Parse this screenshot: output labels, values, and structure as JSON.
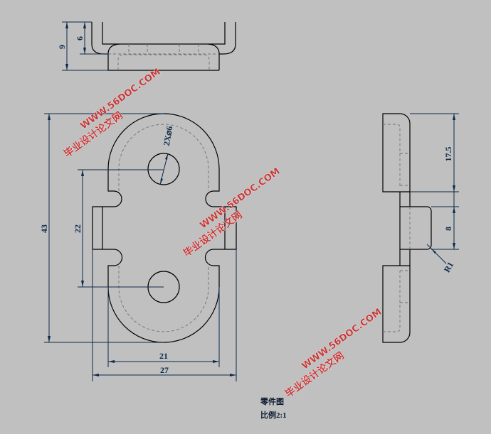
{
  "drawing": {
    "title": "零件图",
    "scale": "比例2:1"
  },
  "dimensions": {
    "top_overall_height": "9",
    "top_inner_height": "6",
    "front_overall_height": "43",
    "hole_spacing": "22",
    "hole_callout": "2X⌀6",
    "inner_width": "21",
    "overall_width": "27",
    "side_upper_length": "17.5",
    "side_tab_length": "8",
    "side_bend_radius": "R1"
  },
  "watermark": {
    "cn": "毕业设计论文网",
    "url": "WWW.56DOC.COM",
    "color": "#c43a3a"
  }
}
